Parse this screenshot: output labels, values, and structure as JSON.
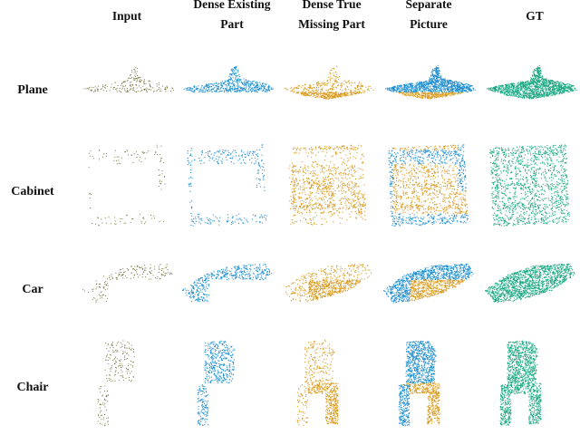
{
  "figure": {
    "columns": [
      {
        "key": "input",
        "label": "Input",
        "color": "#5a5a1a"
      },
      {
        "key": "dense_existing",
        "label": "Dense Existing Part",
        "label_lines": [
          "Dense Existing",
          "Part"
        ],
        "color": "#1f8fd0"
      },
      {
        "key": "dense_missing",
        "label": "Dense True Missing Part",
        "label_lines": [
          "Dense True",
          "Missing Part"
        ],
        "color": "#d99a1c"
      },
      {
        "key": "separate",
        "label": "Separate Picture",
        "label_lines": [
          "Separate",
          "Picture"
        ],
        "color": "#d99a1c",
        "overlay_color": "#1f8fd0"
      },
      {
        "key": "gt",
        "label": "GT",
        "color": "#1aa882"
      }
    ],
    "rows": [
      {
        "label": "Plane",
        "shape": "plane"
      },
      {
        "label": "Cabinet",
        "shape": "cabinet"
      },
      {
        "label": "Car",
        "shape": "car"
      },
      {
        "label": "Chair",
        "shape": "chair"
      }
    ]
  }
}
